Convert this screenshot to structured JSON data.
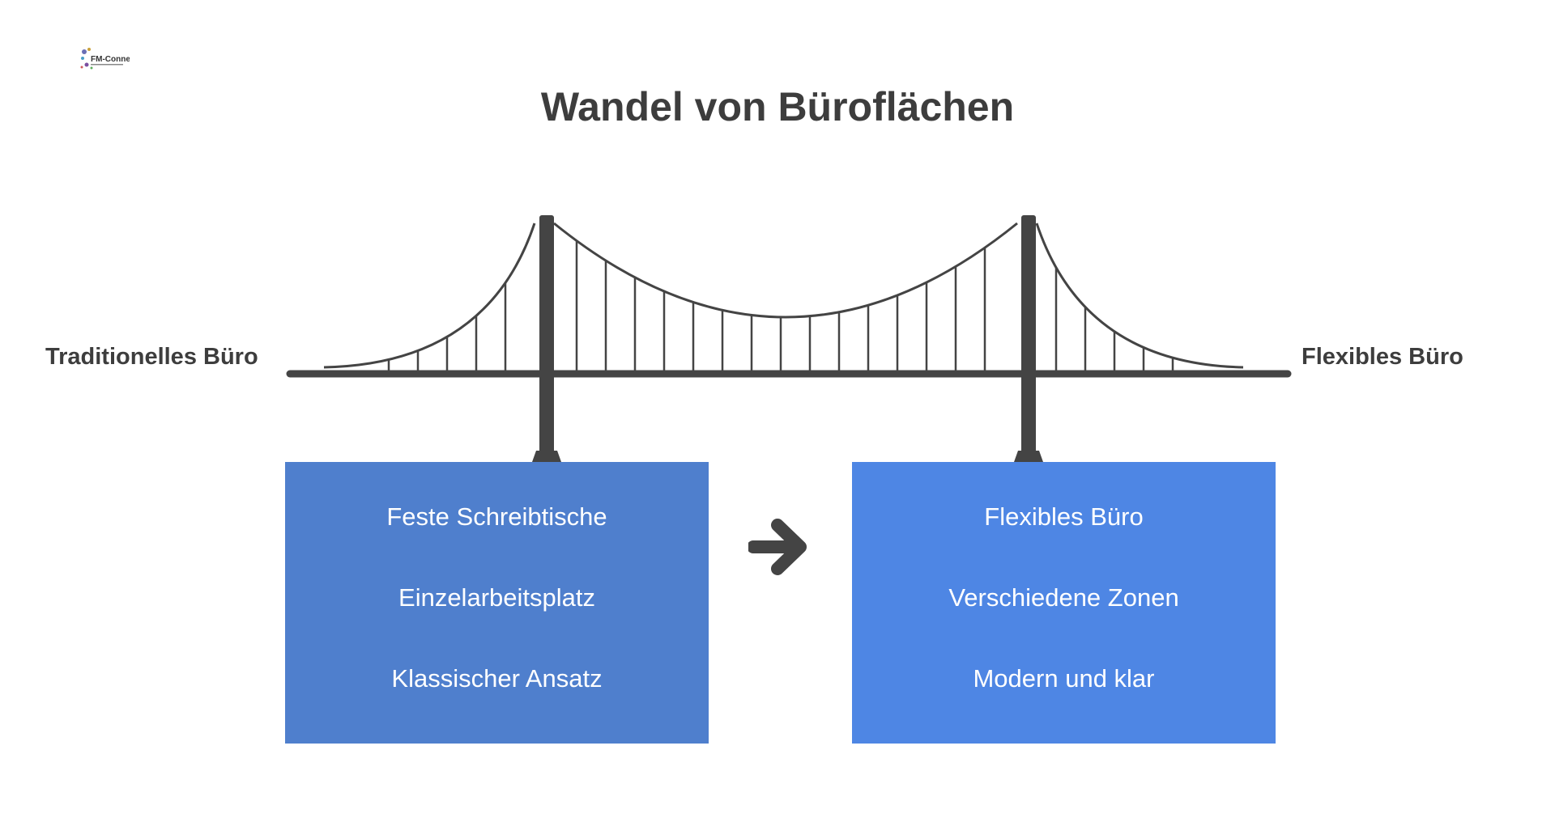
{
  "title": "Wandel von Büroflächen",
  "logo": {
    "text": "FM-Connect.com"
  },
  "bridge": {
    "left_label": "Traditionelles Büro",
    "right_label": "Flexibles Büro",
    "color": "#444444"
  },
  "left_box": {
    "color": "#4f7fcd",
    "items": [
      "Feste Schreibtische",
      "Einzelarbeitsplatz",
      "Klassischer Ansatz"
    ]
  },
  "right_box": {
    "color": "#4e86e4",
    "items": [
      "Flexibles Büro",
      "Verschiedene Zonen",
      "Modern und klar"
    ]
  },
  "arrow_icon": "right-arrow-icon"
}
